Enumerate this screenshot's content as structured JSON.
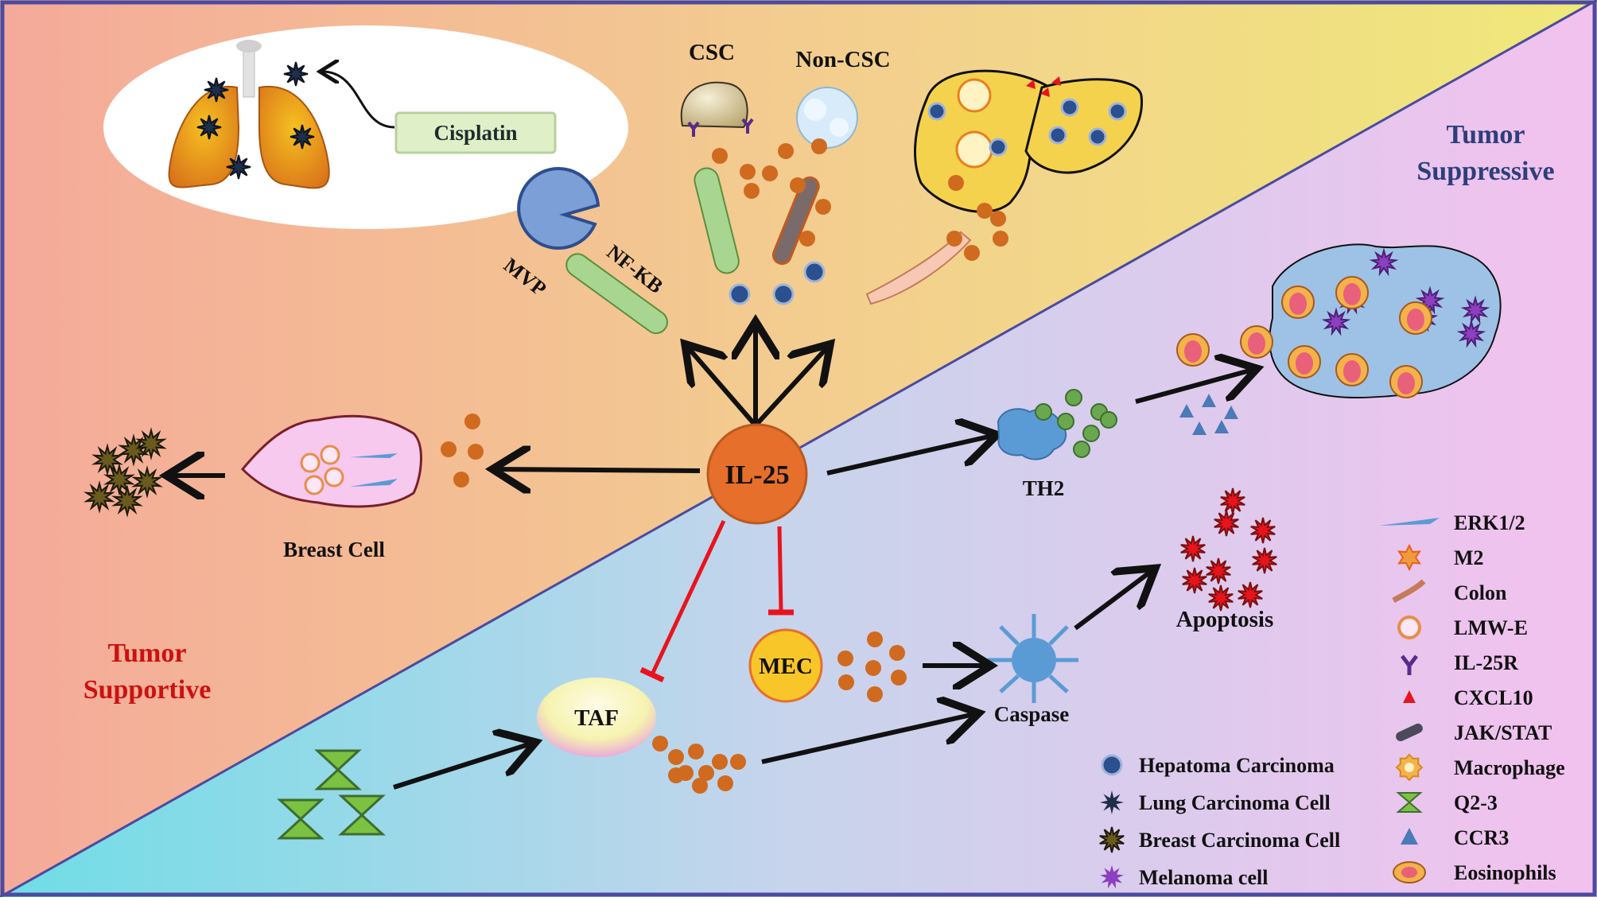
{
  "colors": {
    "supportive_gradient": [
      "#f4aa9a",
      "#f2e27e"
    ],
    "suppressive_gradient": [
      "#72dde6",
      "#f1c3ef"
    ],
    "supportive_title": "#cc1111",
    "suppressive_title": "#2c3f7a",
    "il25_fill": "#e66f2b",
    "inhibit_line": "#e8141d",
    "cytokine_dot": "#cf6a1f",
    "border": "#4b4aa0"
  },
  "center": {
    "label": "IL-25"
  },
  "regions": {
    "supportive": {
      "line1": "Tumor",
      "line2": "Supportive"
    },
    "suppressive": {
      "line1": "Tumor",
      "line2": "Suppressive"
    }
  },
  "labels": {
    "cisplatin": "Cisplatin",
    "csc": "CSC",
    "non_csc": "Non-CSC",
    "mvp": "MVP",
    "nfkb": "NF-KB",
    "breast_cell": "Breast  Cell",
    "th2": "TH2",
    "apoptosis": "Apoptosis",
    "mec": "MEC",
    "taf": "TAF",
    "caspase": "Caspase"
  },
  "legend_left": [
    {
      "icon": "hepatoma-icon",
      "label": "Hepatoma Carcinoma"
    },
    {
      "icon": "lung-carcinoma-icon",
      "label": "Lung Carcinoma Cell"
    },
    {
      "icon": "breast-carcinoma-icon",
      "label": "Breast Carcinoma Cell"
    },
    {
      "icon": "melanoma-icon",
      "label": "Melanoma cell"
    }
  ],
  "legend_right": [
    {
      "icon": "erk-icon",
      "label": "ERK1/2"
    },
    {
      "icon": "m2-icon",
      "label": "M2"
    },
    {
      "icon": "colon-icon",
      "label": "Colon"
    },
    {
      "icon": "lmw-e-icon",
      "label": "LMW-E"
    },
    {
      "icon": "il25r-icon",
      "label": "IL-25R"
    },
    {
      "icon": "cxcl10-icon",
      "label": "CXCL10"
    },
    {
      "icon": "jak-stat-icon",
      "label": "JAK/STAT"
    },
    {
      "icon": "macrophage-icon",
      "label": "Macrophage"
    },
    {
      "icon": "q2-3-icon",
      "label": "Q2-3"
    },
    {
      "icon": "ccr3-icon",
      "label": "CCR3"
    },
    {
      "icon": "eosinophils-icon",
      "label": "Eosinophils"
    }
  ]
}
